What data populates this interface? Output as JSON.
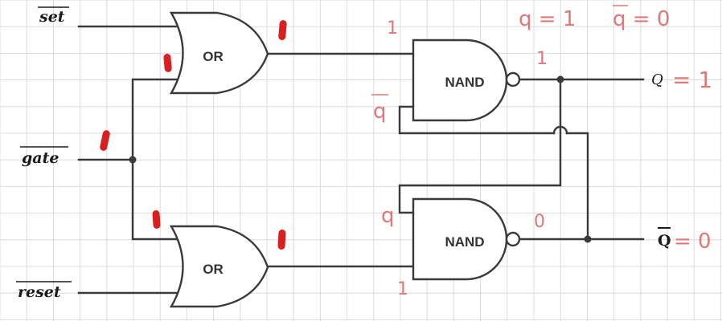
{
  "inputs": {
    "set": "set",
    "gate": "gate",
    "reset": "reset"
  },
  "outputs": {
    "q": "Q",
    "q_bar": "Q"
  },
  "gates": {
    "or_top": "OR",
    "or_bottom": "OR",
    "nand_top": "NAND",
    "nand_bottom": "NAND"
  },
  "annotations": {
    "state_q": "q = 1",
    "state_q_bar": "q = 0",
    "q_value": "= 1",
    "q_bar_value": "= 0",
    "nand_top_in1": "1",
    "nand_top_feedback": "q",
    "nand_top_out": "1",
    "nand_bottom_feedback": "q",
    "nand_bottom_out": "0",
    "nand_bottom_in2": "1"
  },
  "colors": {
    "wire": "#3a3a3a",
    "annotation": "#e07878",
    "marker": "#d92020",
    "grid": "#dcdcdc"
  }
}
